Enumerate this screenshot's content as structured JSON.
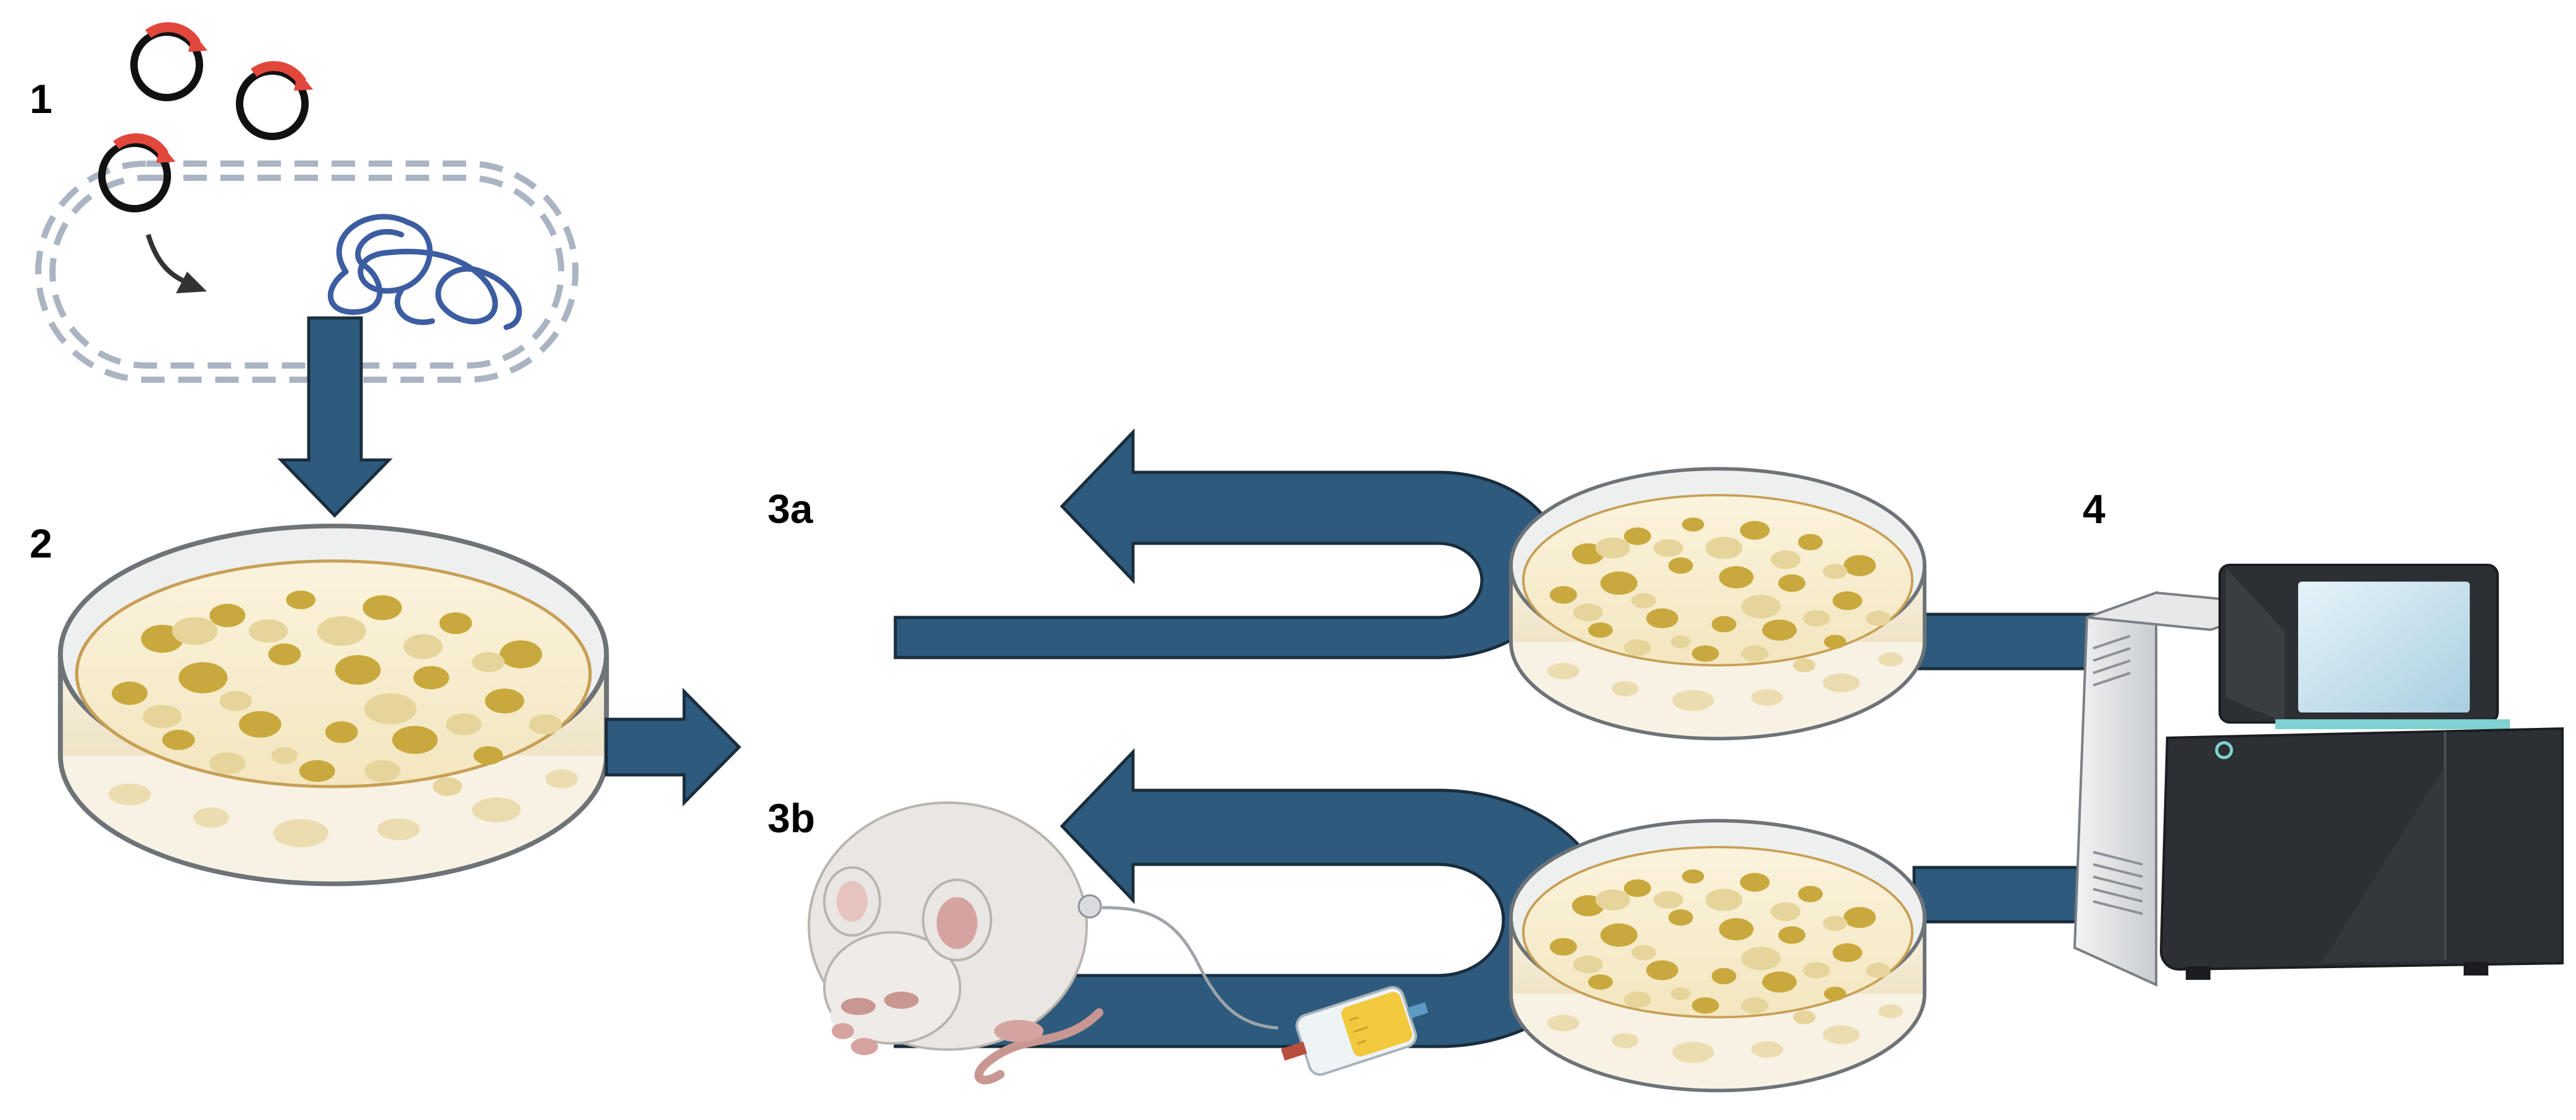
{
  "labels": {
    "step1": "1",
    "step2": "2",
    "step3a": "3a",
    "step3b": "3b",
    "step4": "4"
  },
  "colors": {
    "arrow_fill": "#2e5b7d",
    "arrow_stroke": "#1a2d3d",
    "plasmid_ring": "#111111",
    "plasmid_arrow": "#e2473c",
    "cell_outline": "#aab4c2",
    "chromosome": "#3c5da1",
    "agar": "#fbf3dd",
    "colony_dark": "#c9a93d",
    "colony_light": "#e6d59a",
    "mouse_body": "#e9e6e3",
    "mouse_pink": "#d6a4a0",
    "iv_bag_fluid": "#f2c93d",
    "sequencer_body": "#2c2f33",
    "sequencer_side": "#d9dcdf",
    "sequencer_screen": "#c9e3ef"
  },
  "icons": [
    "plasmid-icon",
    "bacterial-cell-icon",
    "chromosome-icon",
    "petri-dish-icon",
    "mouse-icon",
    "iv-bag-icon",
    "sequencer-icon"
  ]
}
